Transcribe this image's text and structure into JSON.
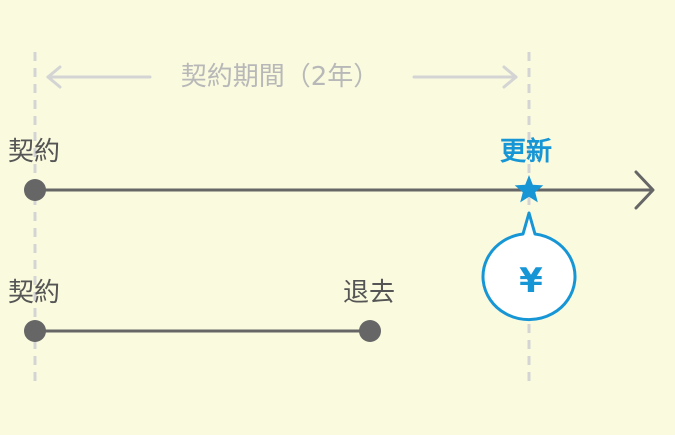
{
  "diagram": {
    "period_label": "契約期間（2年）",
    "row1": {
      "start_label": "契約",
      "renew_label": "更新"
    },
    "row2": {
      "start_label": "契約",
      "end_label": "退去"
    },
    "renewal_fee_symbol": "¥",
    "colors": {
      "background": "#fafadf",
      "line": "#666666",
      "guide": "#d4d4d4",
      "accent": "#1796d6",
      "period_text": "#b8b8b8"
    },
    "icons": [
      "star-icon",
      "yen-speech-bubble-icon",
      "arrow-right-icon"
    ]
  }
}
